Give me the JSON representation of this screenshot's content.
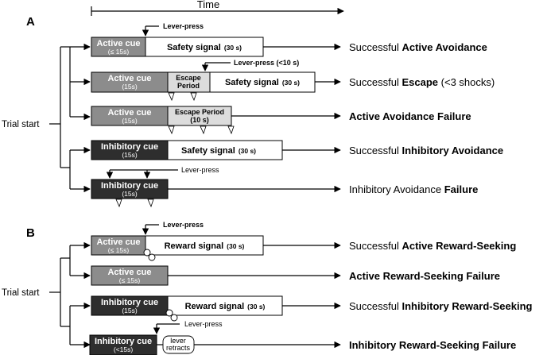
{
  "time_label": "Time",
  "panel_a": {
    "label": "A",
    "trial_start": "Trial start",
    "rows": [
      {
        "cue": "Active cue",
        "cue_sub": "(≤ 15s)",
        "signal": "Safety signal",
        "signal_sub": "(30 s)",
        "annotation": "Lever-press",
        "outcome_plain": "Successful ",
        "outcome_bold": "Active Avoidance",
        "outcome_tail": ""
      },
      {
        "cue": "Active cue",
        "cue_sub": "(15s)",
        "escape_line1": "Escape",
        "escape_line2": "Period",
        "signal": "Safety signal",
        "signal_sub": "(30 s)",
        "annotation": "Lever-press (<10 s)",
        "outcome_plain": "Successful ",
        "outcome_bold": "Escape",
        "outcome_tail": " (<3 shocks)"
      },
      {
        "cue": "Active cue",
        "cue_sub": "(15s)",
        "escape_line1": "Escape Period",
        "escape_line2": "(10 s)",
        "outcome_plain": "",
        "outcome_bold": "Active Avoidance Failure",
        "outcome_tail": ""
      },
      {
        "cue": "Inhibitory cue",
        "cue_sub": "(15s)",
        "signal": "Safety signal",
        "signal_sub": "(30 s)",
        "outcome_plain": "Successful ",
        "outcome_bold": "Inhibitory Avoidance",
        "outcome_tail": ""
      },
      {
        "cue": "Inhibitory cue",
        "cue_sub": "(15s)",
        "annotation": "Lever-press",
        "outcome_bold_first": "Inhibitory Avoidance ",
        "outcome_bold": "Failure"
      }
    ]
  },
  "panel_b": {
    "label": "B",
    "trial_start": "Trial start",
    "rows": [
      {
        "cue": "Active cue",
        "cue_sub": "(≤ 15s)",
        "signal": "Reward signal",
        "signal_sub": "(30 s)",
        "annotation": "Lever-press",
        "outcome_plain": "Successful ",
        "outcome_bold": "Active Reward-Seeking"
      },
      {
        "cue": "Active cue",
        "cue_sub": "(≤ 15s)",
        "outcome_bold": "Active Reward-Seeking Failure"
      },
      {
        "cue": "Inhibitory cue",
        "cue_sub": "(15s)",
        "signal": "Reward signal",
        "signal_sub": "(30 s)",
        "outcome_plain": "Successful ",
        "outcome_bold": "Inhibitory Reward-Seeking"
      },
      {
        "cue": "Inhibitory cue",
        "cue_sub": "(<15s)",
        "annotation": "Lever-press",
        "lever_line1": "lever",
        "lever_line2": "retracts",
        "outcome_bold": "Inhibitory Reward-Seeking Failure"
      }
    ]
  },
  "colors": {
    "active_cue": "#8c8c8c",
    "inhibitory_cue": "#2e2e2e",
    "escape_period": "#dcdcdc",
    "signal": "#ffffff",
    "line": "#000000"
  }
}
